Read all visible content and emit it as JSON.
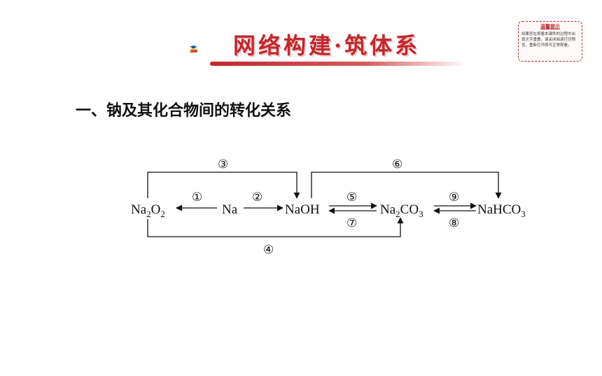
{
  "header": {
    "title": "网络构建·筑体系",
    "tip": {
      "title": "温馨提示",
      "body": "如果您在观看本课件的过程中出现文字重叠，请关闭阅读打印预览，重新打开即可正常观看。"
    }
  },
  "section_heading": "一、钠及其化合物间的转化关系",
  "diagram": {
    "nodes": {
      "na2o2": [
        "Na",
        "2",
        "O",
        "2"
      ],
      "na": "Na",
      "naoh": "NaOH",
      "na2co3": [
        "Na",
        "2",
        "CO",
        "3"
      ],
      "nahco3": [
        "NaHCO",
        "3"
      ]
    },
    "labels": {
      "r1": "①",
      "r2": "②",
      "r3": "③",
      "r4": "④",
      "r5": "⑤",
      "r6": "⑥",
      "r7": "⑦",
      "r8": "⑧",
      "r9": "⑨"
    }
  },
  "colors": {
    "accent": "#c0282d",
    "text": "#111111"
  }
}
